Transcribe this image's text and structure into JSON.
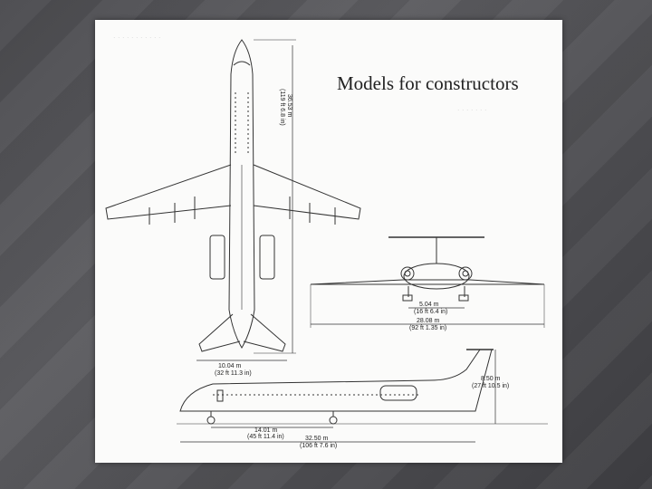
{
  "slide": {
    "caption": "Models for constructors"
  },
  "drawing": {
    "top_view_length_m": "36.53 m",
    "top_view_length_ft": "(119 ft 6.8 in)",
    "tail_span_m": "10.04 m",
    "tail_span_ft": "(32 ft 11.3 in)",
    "track_m": "5.04 m",
    "track_ft": "(16 ft 6.4 in)",
    "wingspan_m": "28.08 m",
    "wingspan_ft": "(92 ft 1.35 in)",
    "height_m": "8.50 m",
    "height_ft": "(27 ft 10.5 in)",
    "wheelbase_m": "14.01 m",
    "wheelbase_ft": "(45 ft 11.4 in)",
    "side_length_m": "32.50 m",
    "side_length_ft": "(106 ft 7.6 in)"
  }
}
